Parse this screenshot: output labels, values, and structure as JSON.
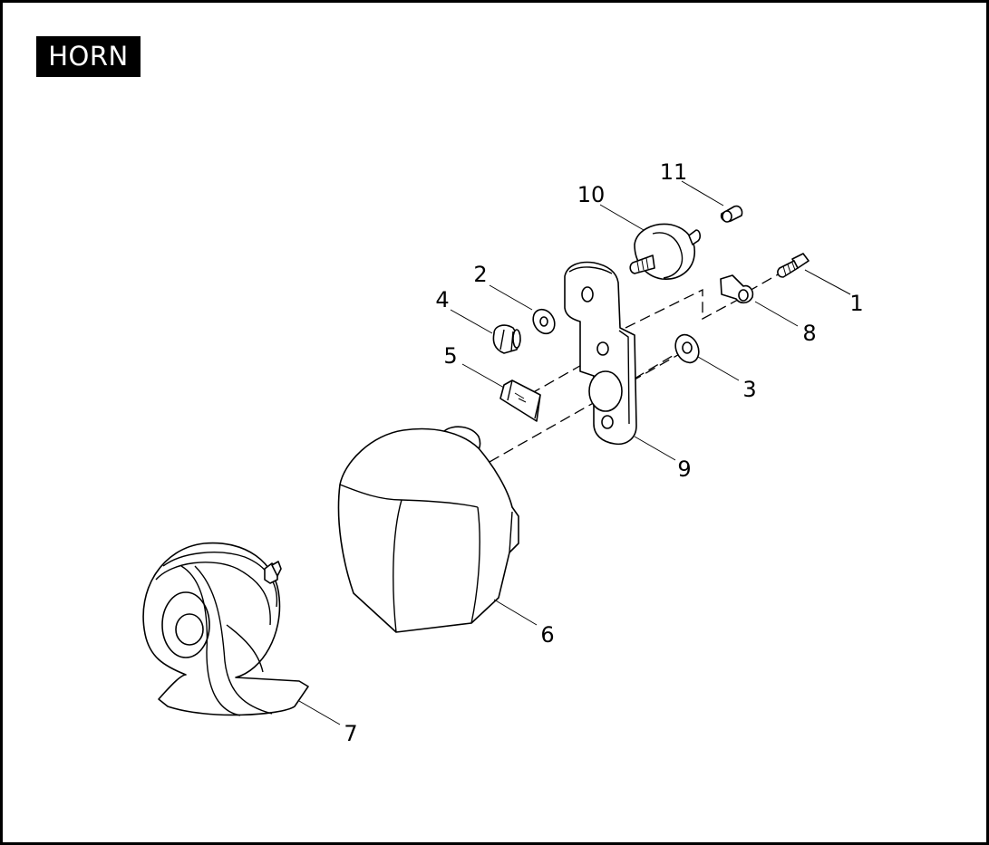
{
  "title": "HORN",
  "callouts": {
    "p1": "1",
    "p2": "2",
    "p3": "3",
    "p4": "4",
    "p5": "5",
    "p6": "6",
    "p7": "7",
    "p8": "8",
    "p9": "9",
    "p10": "10",
    "p11": "11"
  }
}
